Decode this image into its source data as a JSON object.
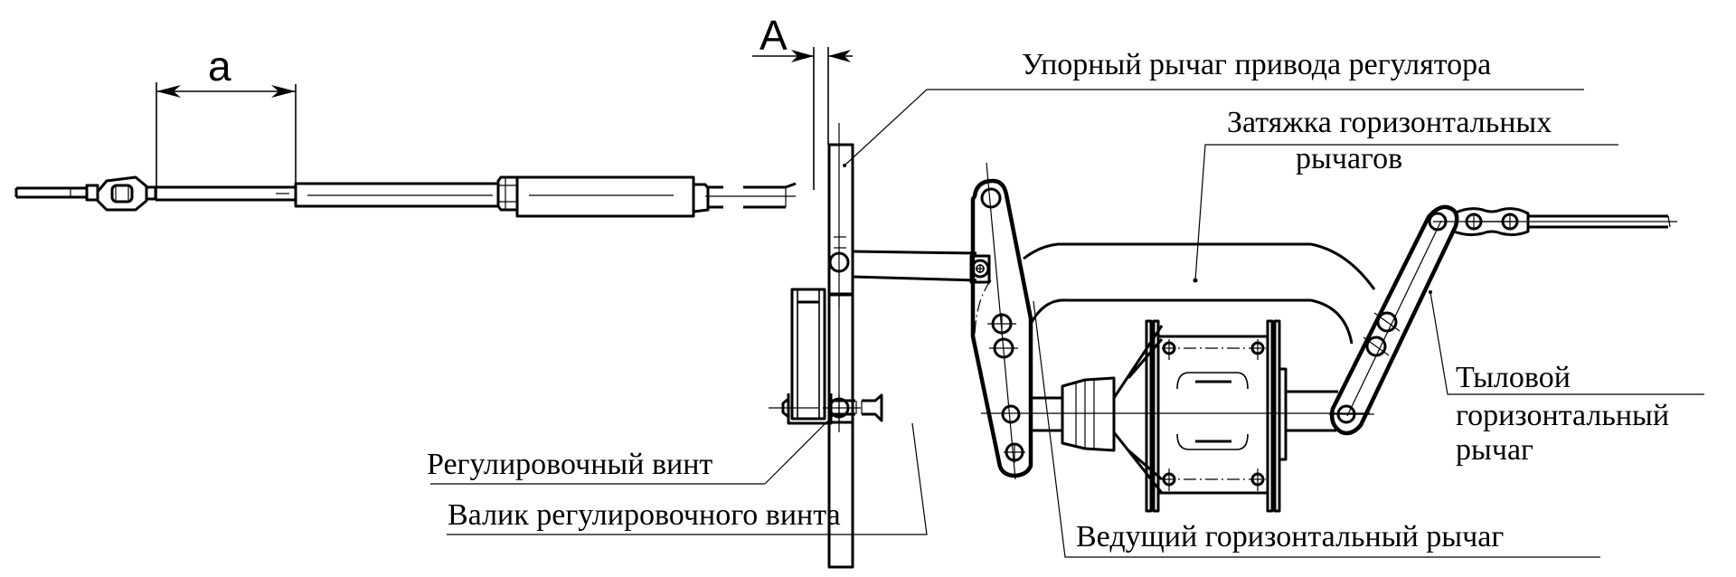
{
  "dimensions": {
    "a": "a",
    "A": "A"
  },
  "labels": {
    "stop_lever": "Упорный рычаг привода регулятора",
    "tie_rod_line1": "Затяжка горизонтальных",
    "tie_rod_line2": "рычагов",
    "rear_lever_line1": "Тыловой",
    "rear_lever_line2": "горизонтальный",
    "rear_lever_line3": "рычаг",
    "adjust_screw": "Регулировочный винт",
    "adjust_screw_shaft": "Валик регулировочного винта",
    "driving_lever": "Ведущий горизонтальный  рычаг"
  },
  "colors": {
    "ink": "#000000",
    "paper": "#ffffff"
  }
}
